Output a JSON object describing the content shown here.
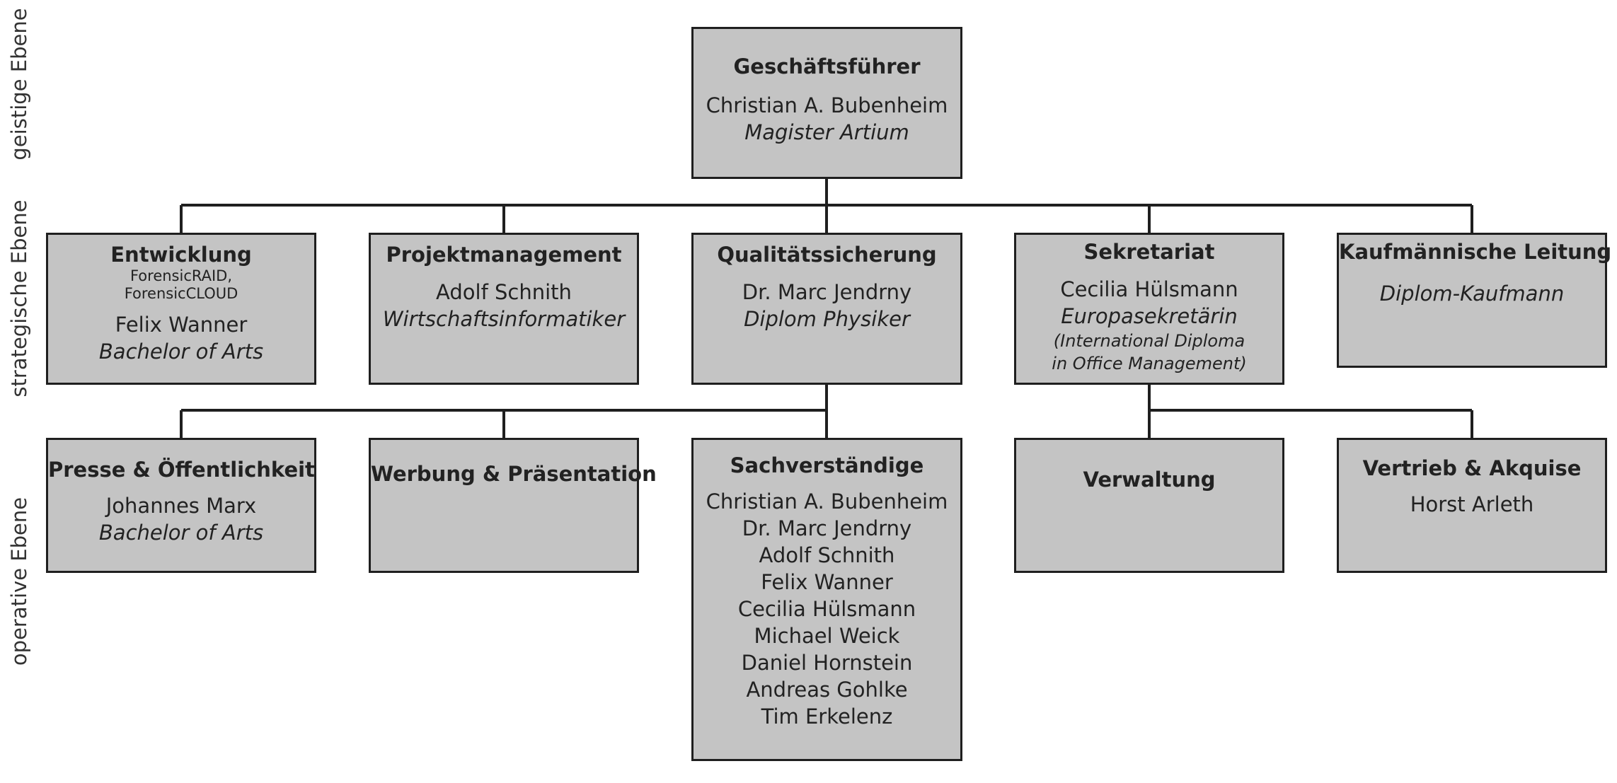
{
  "levels": {
    "geistig": "geistige Ebene",
    "strategisch": "strategische Ebene",
    "operativ": "operative Ebene"
  },
  "ceo": {
    "title": "Geschäftsführer",
    "name": "Christian A. Bubenheim",
    "degree": "Magister Artium"
  },
  "entwicklung": {
    "title": "Entwicklung",
    "products": [
      "ForensicRAID,",
      "ForensicCLOUD"
    ],
    "name": "Felix Wanner",
    "degree": "Bachelor of Arts"
  },
  "projektmanagement": {
    "title": "Projektmanagement",
    "name": "Adolf Schnith",
    "degree": "Wirtschaftsinformatiker"
  },
  "qualitaet": {
    "title": "Qualitätssicherung",
    "name": "Dr. Marc Jendrny",
    "degree": "Diplom Physiker"
  },
  "sekretariat": {
    "title": "Sekretariat",
    "name": "Cecilia Hülsmann",
    "degree": "Europasekretärin",
    "note": [
      "(International Diploma",
      "in Office Management)"
    ]
  },
  "kaufmaennisch": {
    "title": "Kaufmännische Leitung",
    "degree": "Diplom-Kaufmann"
  },
  "presse": {
    "title": "Presse & Öffentlichkeit",
    "name": "Johannes Marx",
    "degree": "Bachelor of Arts"
  },
  "werbung": {
    "title": "Werbung & Präsentation"
  },
  "sachverstaendige": {
    "title": "Sachverständige",
    "members": [
      "Christian A. Bubenheim",
      "Dr. Marc Jendrny",
      "Adolf Schnith",
      "Felix Wanner",
      "Cecilia Hülsmann",
      "Michael Weick",
      "Daniel Hornstein",
      "Andreas Gohlke",
      "Tim Erkelenz"
    ]
  },
  "verwaltung": {
    "title": "Verwaltung"
  },
  "vertrieb": {
    "title": "Vertrieb & Akquise",
    "name": "Horst Arleth"
  },
  "colors": {
    "box_fill": "#c4c4c4",
    "line": "#1f1f1f"
  }
}
